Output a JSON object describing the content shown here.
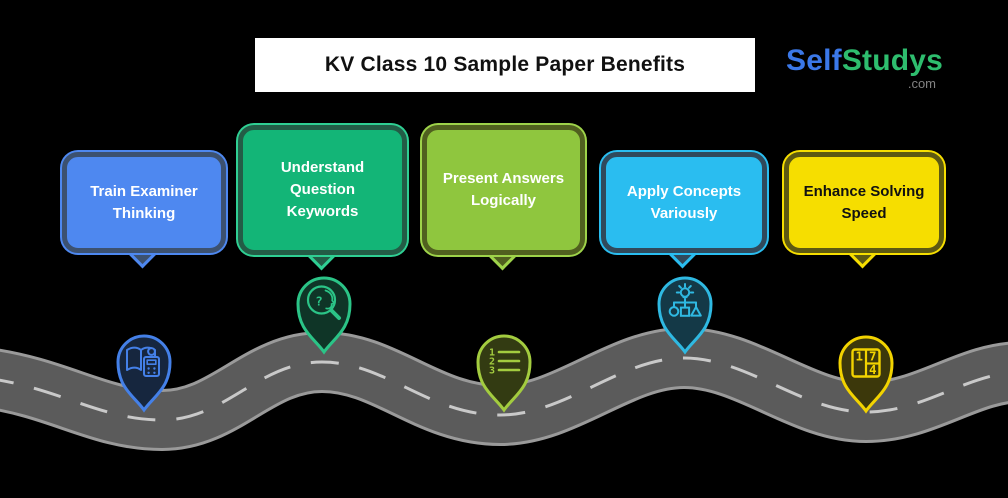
{
  "header": {
    "title": "KV Class 10 Sample Paper Benefits",
    "logo": {
      "part1": "Self",
      "part2": "Studys",
      "suffix": ".com",
      "part1_color": "#3b78e8",
      "part2_color": "#2ebd6e"
    }
  },
  "cards": [
    {
      "label": "Train Examiner Thinking",
      "fill": "#4e88f0",
      "border": "#3c5170",
      "text_color": "#ffffff"
    },
    {
      "label": "Understand Question Keywords",
      "fill": "#13b577",
      "border": "#235c46",
      "text_color": "#ffffff"
    },
    {
      "label": "Present Answers Logically",
      "fill": "#8fc63e",
      "border": "#50601f",
      "text_color": "#ffffff"
    },
    {
      "label": "Apply Concepts Variously",
      "fill": "#2abdf0",
      "border": "#30495b",
      "text_color": "#ffffff"
    },
    {
      "label": "Enhance Solving Speed",
      "fill": "#f6de00",
      "border": "#5d5912",
      "text_color": "#111111"
    }
  ],
  "pins": [
    {
      "icon": "book-calculator-icon",
      "color": "#4480e8"
    },
    {
      "icon": "question-head-magnifier-icon",
      "color": "#2bc487",
      "glyph": "?"
    },
    {
      "icon": "numbered-list-icon",
      "color": "#a3cc3f",
      "numbers": [
        "1",
        "2",
        "3"
      ]
    },
    {
      "icon": "idea-shapes-icon",
      "color": "#2fb9e2"
    },
    {
      "icon": "number-grid-icon",
      "color": "#f2d300",
      "numbers": [
        "1",
        "7",
        "4"
      ]
    }
  ],
  "road": {
    "body_color": "#5b5b5b",
    "edge_color": "#9a9a9a",
    "dash_color": "#c9c9c9"
  }
}
